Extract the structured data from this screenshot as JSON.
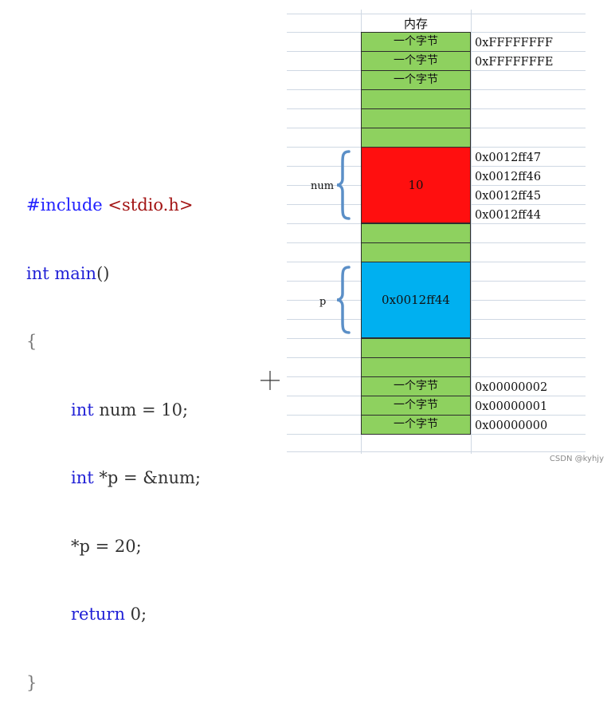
{
  "code": {
    "include_kw": "#include",
    "include_file": "<stdio.h>",
    "line2_type": "int",
    "line2_fn": "main",
    "line2_parens": "()",
    "open_brace": "{",
    "line4_type": "int",
    "line4_rest": " num = 10;",
    "line5_type": "int",
    "line5_rest": " *p = &num;",
    "line6": "*p = 20;",
    "line7_kw": "return",
    "line7_rest": " 0;",
    "close_brace": "}"
  },
  "memory": {
    "header": "内存",
    "byte_label": "一个字节",
    "top_addresses": [
      "0xFFFFFFFF",
      "0xFFFFFFFE"
    ],
    "num_value": "10",
    "num_addresses": [
      "0x0012ff47",
      "0x0012ff46",
      "0x0012ff45",
      "0x0012ff44"
    ],
    "p_value": "0x0012ff44",
    "bottom_addresses": [
      "0x00000002",
      "0x00000001",
      "0x00000000"
    ],
    "num_label": "num",
    "p_label": "p",
    "colors": {
      "byte_cell": "#8ed15f",
      "num_block": "#ff0f0f",
      "p_block": "#00b0f0",
      "brace": "#5b8fc7"
    }
  },
  "watermark": "CSDN @kyhjy"
}
